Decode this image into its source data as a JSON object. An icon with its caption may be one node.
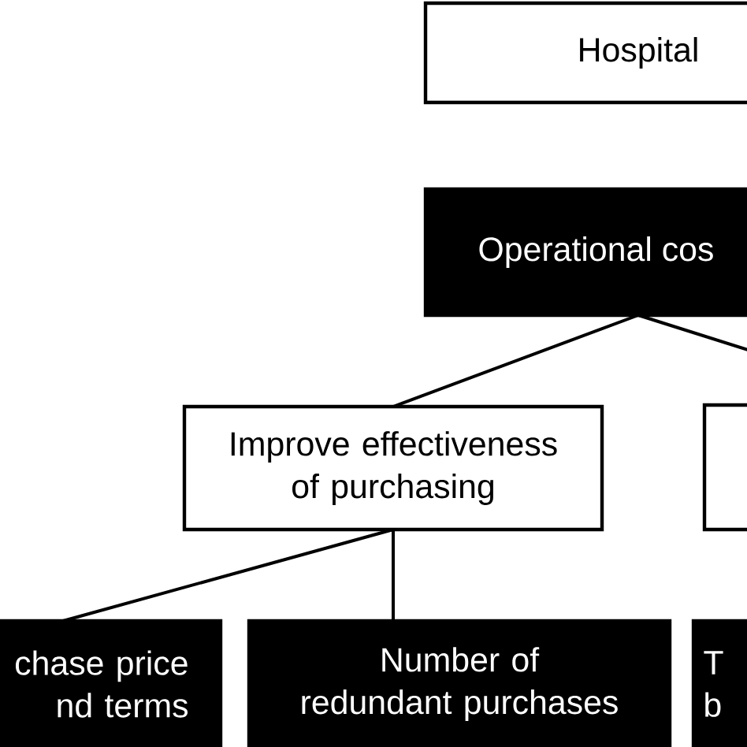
{
  "diagram": {
    "nodes": [
      {
        "text": [
          "Hospital"
        ]
      },
      {
        "text": [
          "Operational cos"
        ]
      },
      {
        "text": [
          "Improve effectiveness of purchasing"
        ]
      },
      {
        "text": [],
        "shape": "box"
      },
      {
        "text": [
          "chase price nd terms"
        ]
      },
      {
        "text": [
          "Number of redundant purchases"
        ]
      },
      {
        "text": [
          "T b"
        ]
      }
    ],
    "edges": [
      {
        "from": 1,
        "to": 2,
        "arrow": "none"
      },
      {
        "from": 1,
        "to": 3,
        "arrow": "none"
      },
      {
        "from": 2,
        "to": 4,
        "arrow": "none"
      },
      {
        "from": 2,
        "to": 5,
        "arrow": "none"
      }
    ]
  }
}
